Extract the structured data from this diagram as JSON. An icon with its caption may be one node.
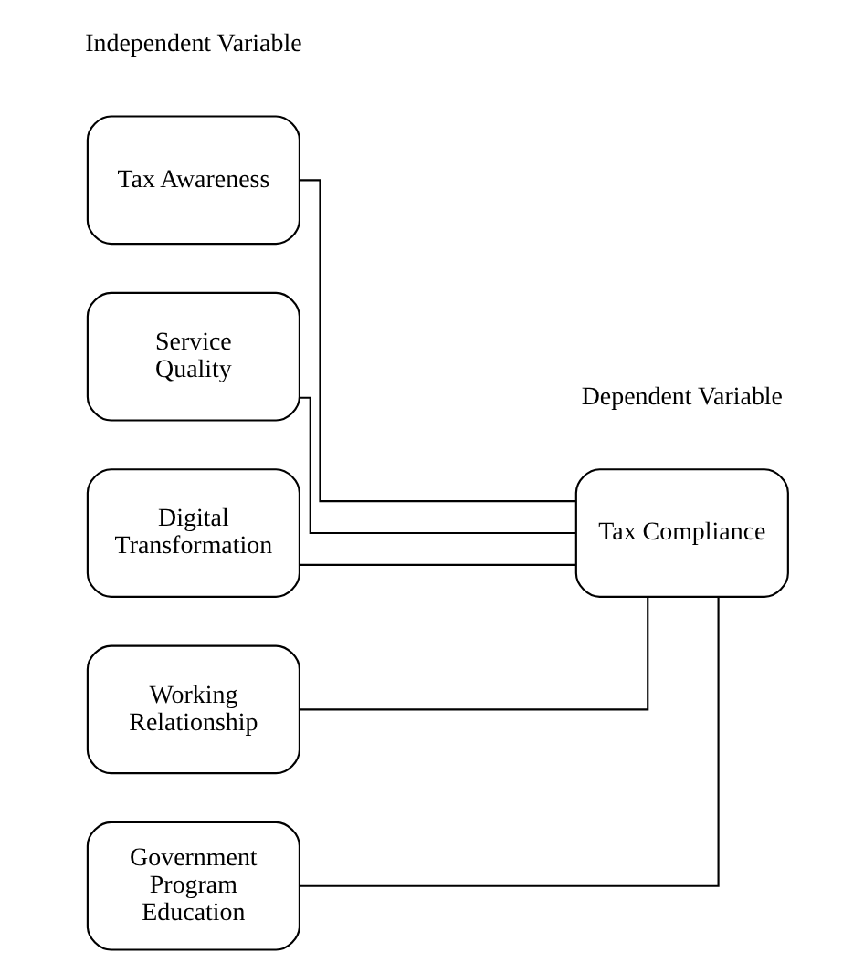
{
  "diagram": {
    "nodes": [
      {
        "text": [
          "Tax Awareness"
        ]
      },
      {
        "text": [
          "Service Quality"
        ]
      },
      {
        "text": [
          "Digital Transformation"
        ]
      },
      {
        "text": [
          "Working Relationship"
        ]
      },
      {
        "text": [
          "Government Program Education"
        ]
      },
      {
        "text": [
          "Tax Compliance"
        ]
      }
    ],
    "edges": [
      {
        "from": 0,
        "to": 5,
        "arrow": "none"
      },
      {
        "from": 1,
        "to": 5,
        "arrow": "none"
      },
      {
        "from": 2,
        "to": 5,
        "arrow": "none"
      },
      {
        "from": 3,
        "to": 5,
        "arrow": "none"
      },
      {
        "from": 4,
        "to": 5,
        "arrow": "none"
      }
    ],
    "labels": [
      "Independent Variable",
      "Dependent Variable"
    ]
  }
}
